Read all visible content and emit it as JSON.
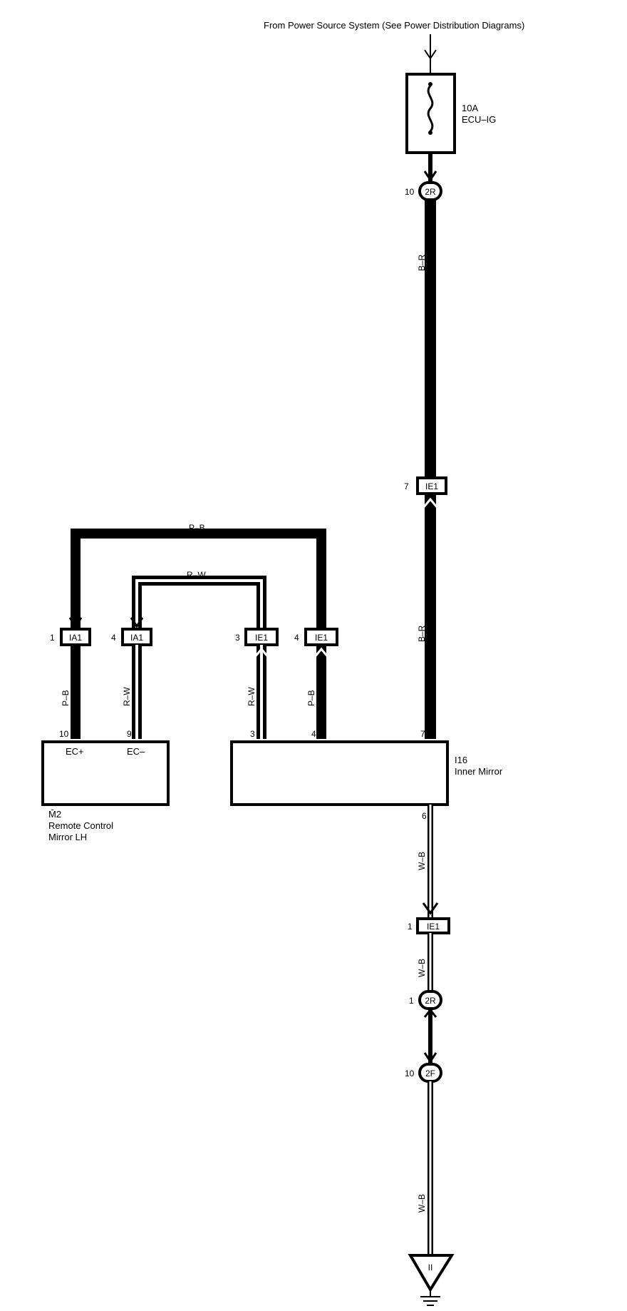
{
  "header": {
    "source_note": "From Power Source System (See Power Distribution Diagrams)"
  },
  "fuse": {
    "rating": "10A",
    "name": "ECU–IG"
  },
  "connectors": {
    "c2R_top": {
      "id": "2R",
      "pin": "10"
    },
    "cIE1_top": {
      "id": "IE1",
      "pin": "7"
    },
    "cIA1_a": {
      "id": "IA1",
      "pin": "1"
    },
    "cIA1_b": {
      "id": "IA1",
      "pin": "4"
    },
    "cIE1_a": {
      "id": "IE1",
      "pin": "3"
    },
    "cIE1_b": {
      "id": "IE1",
      "pin": "4"
    },
    "cIE1_low": {
      "id": "IE1",
      "pin": "1"
    },
    "c2R_low": {
      "id": "2R",
      "pin": "1"
    },
    "c2F": {
      "id": "2F",
      "pin": "10"
    }
  },
  "wires": {
    "br_upper": "B–R",
    "br_lower": "B–R",
    "pb_top": "P–B",
    "rw_top": "R–W",
    "pb_left": "P–B",
    "rw_left": "R–W",
    "rw_right": "R–W",
    "pb_right": "P–B",
    "wb_1": "W–B",
    "wb_2": "W–B",
    "wb_3": "W–B"
  },
  "mirror_lh": {
    "code": "M̄2",
    "name_line1": "Remote Control",
    "name_line2": "Mirror LH",
    "pin_ec_plus": "10",
    "pin_ec_minus": "9",
    "term_ec_plus": "EC+",
    "term_ec_minus": "EC–"
  },
  "inner_mirror": {
    "code": "I16",
    "name": "Inner Mirror",
    "pin_3": "3",
    "pin_4": "4",
    "pin_7": "7",
    "pin_6": "6"
  },
  "ground": {
    "label": "II"
  }
}
